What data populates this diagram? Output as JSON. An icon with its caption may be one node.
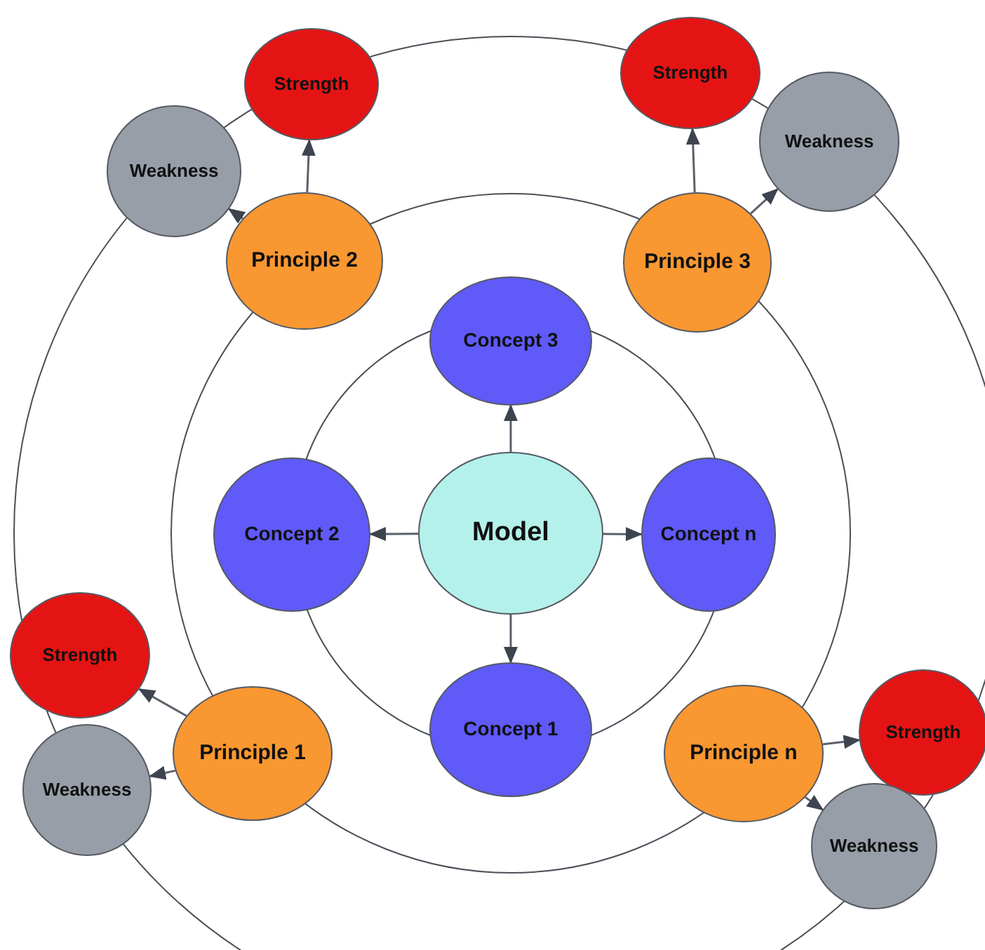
{
  "diagram": {
    "nodes": [
      {
        "text": [
          "Model"
        ]
      },
      {
        "text": [
          "Concept 3"
        ]
      },
      {
        "text": [
          "Concept 2"
        ]
      },
      {
        "text": [
          "Concept n"
        ]
      },
      {
        "text": [
          "Concept 1"
        ]
      },
      {
        "text": [
          "Principle 2"
        ]
      },
      {
        "text": [
          "Strength"
        ]
      },
      {
        "text": [
          "Weakness"
        ]
      },
      {
        "text": [
          "Principle 3"
        ]
      },
      {
        "text": [
          "Strength"
        ]
      },
      {
        "text": [
          "Weakness"
        ]
      },
      {
        "text": [
          "Principle 1"
        ]
      },
      {
        "text": [
          "Strength"
        ]
      },
      {
        "text": [
          "Weakness"
        ]
      },
      {
        "text": [
          "Principle n"
        ]
      },
      {
        "text": [
          "Strength"
        ]
      },
      {
        "text": [
          "Weakness"
        ]
      }
    ],
    "edges": [
      {
        "from": 0,
        "to": 1,
        "arrow": "to"
      },
      {
        "from": 0,
        "to": 2,
        "arrow": "to"
      },
      {
        "from": 0,
        "to": 3,
        "arrow": "to"
      },
      {
        "from": 0,
        "to": 4,
        "arrow": "to"
      },
      {
        "from": 5,
        "to": 6,
        "arrow": "to"
      },
      {
        "from": 5,
        "to": 7,
        "arrow": "to"
      },
      {
        "from": 8,
        "to": 9,
        "arrow": "to"
      },
      {
        "from": 8,
        "to": 10,
        "arrow": "to"
      },
      {
        "from": 11,
        "to": 12,
        "arrow": "to"
      },
      {
        "from": 11,
        "to": 13,
        "arrow": "to"
      },
      {
        "from": 14,
        "to": 15,
        "arrow": "to"
      },
      {
        "from": 14,
        "to": 16,
        "arrow": "to"
      }
    ]
  }
}
